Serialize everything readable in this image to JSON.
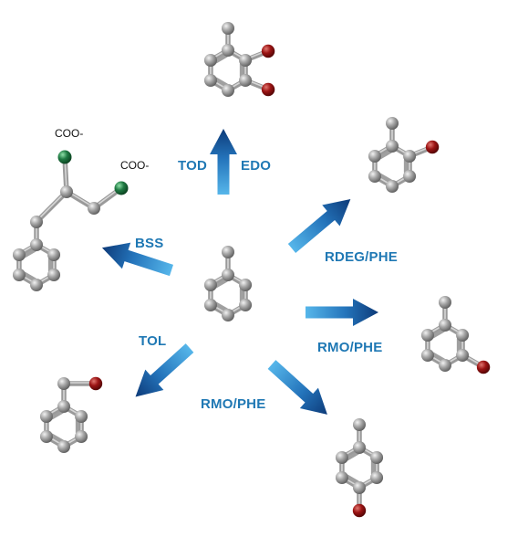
{
  "enzymes": {
    "tod": "TOD",
    "edo": "EDO",
    "bss": "BSS",
    "rdeg_phe": "RDEG/PHE",
    "rmo_phe_meta": "RMO/PHE",
    "tol": "TOL",
    "rmo_phe_para": "RMO/PHE"
  },
  "charges": {
    "coo_top": "COO-",
    "coo_right": "COO-"
  },
  "colors": {
    "carbon": "#8f8f8f",
    "oxygen": "#8b0d0d",
    "carboxyl_oxygen": "#1d6b3c",
    "arrow_light": "#4fb0e6",
    "arrow_dark": "#0d3a78",
    "label": "#1f78b4"
  }
}
